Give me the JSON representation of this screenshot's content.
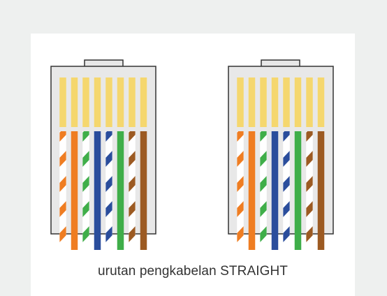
{
  "caption": "urutan pengkabelan STRAIGHT",
  "colors": {
    "orange": "#ef7d22",
    "green": "#3fae49",
    "blue": "#2a4d9c",
    "brown": "#9c5a22",
    "white": "#ffffff",
    "contact_gold": "#f5d76e",
    "housing_fill": "#e8e8e8",
    "housing_stroke": "#333333"
  },
  "connectors": [
    {
      "name": "connector-left",
      "wires": [
        {
          "color": "orange",
          "striped": true
        },
        {
          "color": "orange",
          "striped": false
        },
        {
          "color": "green",
          "striped": true
        },
        {
          "color": "blue",
          "striped": false
        },
        {
          "color": "blue",
          "striped": true
        },
        {
          "color": "green",
          "striped": false
        },
        {
          "color": "brown",
          "striped": true
        },
        {
          "color": "brown",
          "striped": false
        }
      ]
    },
    {
      "name": "connector-right",
      "wires": [
        {
          "color": "orange",
          "striped": true
        },
        {
          "color": "orange",
          "striped": false
        },
        {
          "color": "green",
          "striped": true
        },
        {
          "color": "blue",
          "striped": false
        },
        {
          "color": "blue",
          "striped": true
        },
        {
          "color": "green",
          "striped": false
        },
        {
          "color": "brown",
          "striped": true
        },
        {
          "color": "brown",
          "striped": false
        }
      ]
    }
  ]
}
